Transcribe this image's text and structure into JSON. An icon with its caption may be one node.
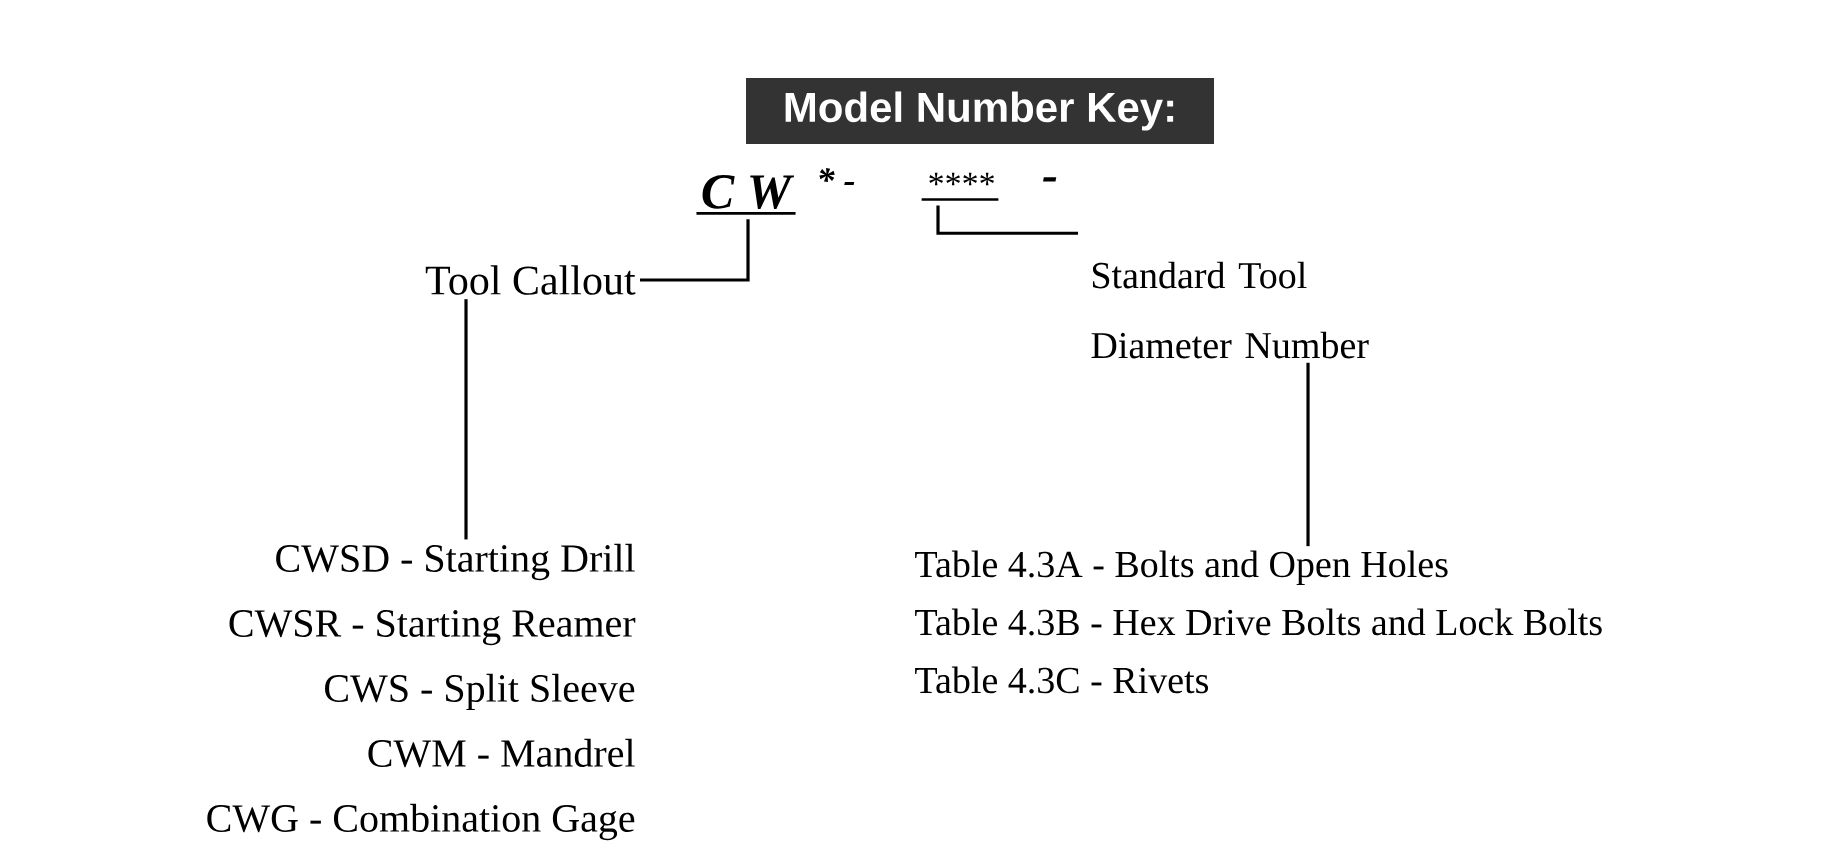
{
  "diagram": {
    "title": "Model Number Key:",
    "nodes": [
      {
        "text": [
          "C W"
        ]
      },
      {
        "text": [
          "****"
        ]
      },
      {
        "text": [
          "Tool Callout"
        ]
      },
      {
        "text": [
          "Standard Tool Diameter Number"
        ]
      },
      {
        "text": [
          "CWSD - Starting Drill",
          "CWSR - Starting Reamer",
          "CWS - Split Sleeve",
          "CWM - Mandrel",
          "CWG - Combination Gage"
        ]
      },
      {
        "text": [
          "Table 4.3A - Bolts and Open Holes",
          "Table 4.3B - Hex Drive Bolts and Lock Bolts",
          "Table 4.3C - Rivets"
        ]
      }
    ],
    "edges": [
      {
        "from": 2,
        "to": 0,
        "arrow": "none"
      },
      {
        "from": 1,
        "to": 3,
        "arrow": "none"
      },
      {
        "from": 2,
        "to": 4,
        "arrow": "none"
      },
      {
        "from": 3,
        "to": 5,
        "arrow": "none"
      }
    ],
    "labels": [
      "* -",
      "-"
    ]
  }
}
